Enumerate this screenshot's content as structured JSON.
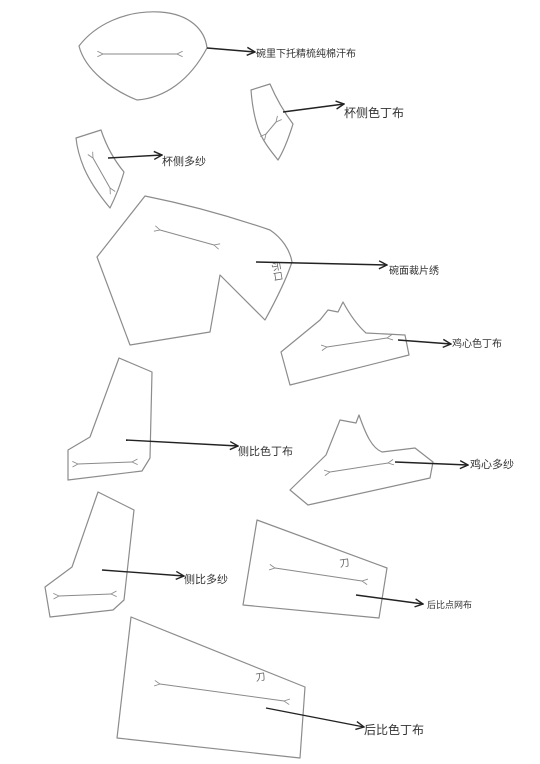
{
  "labels": {
    "cup_lower_lining": "碗里下托精梳纯棉汗布",
    "cup_side_colored": "杯侧色丁布",
    "cup_side_mesh": "杯侧多纱",
    "cup_face_embroidery": "碗面裁片绣",
    "center_gore_colored": "鸡心色丁布",
    "side_panel_colored": "侧比色丁布",
    "center_gore_mesh": "鸡心多纱",
    "side_panel_mesh": "侧比多纱",
    "back_panel_mesh": "后比点网布",
    "back_panel_colored": "后比色丁布"
  },
  "marks": {
    "cup_face": "示口",
    "back_mesh": "刀",
    "back_colored": "刀"
  },
  "colors": {
    "outline": "#8c8c8c",
    "pointer": "#222222",
    "text": "#333333"
  }
}
